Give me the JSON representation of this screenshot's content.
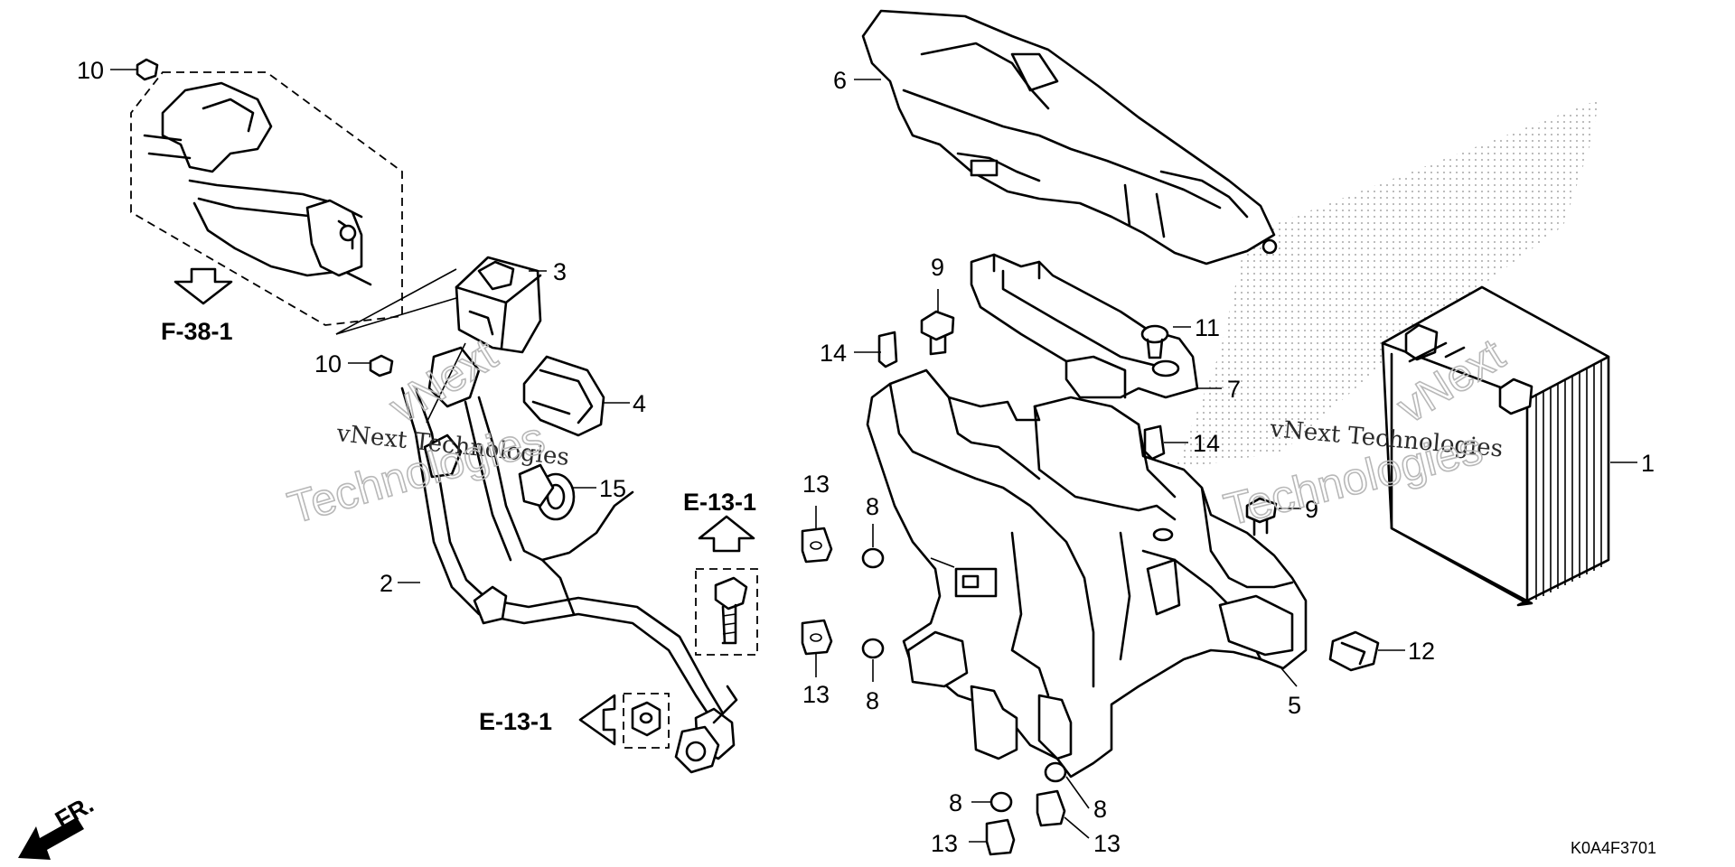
{
  "diagram": {
    "diagram_code": "K0A4F3701",
    "watermark_top": "vNext Technologies",
    "watermark_bottom": "Technologies",
    "watermark_arc": "vNext",
    "callouts": {
      "c1": "1",
      "c2": "2",
      "c3": "3",
      "c4": "4",
      "c5": "5",
      "c6": "6",
      "c7": "7",
      "c8a": "8",
      "c8b": "8",
      "c8c": "8",
      "c8d": "8",
      "c9a": "9",
      "c9b": "9",
      "c10a": "10",
      "c10b": "10",
      "c11": "11",
      "c12": "12",
      "c13a": "13",
      "c13b": "13",
      "c13c": "13",
      "c13d": "13",
      "c14a": "14",
      "c14b": "14",
      "c15": "15"
    },
    "references": {
      "f38": "F-38-1",
      "e13_up": "E-13-1",
      "e13_left": "E-13-1"
    },
    "front_label": "FR."
  }
}
